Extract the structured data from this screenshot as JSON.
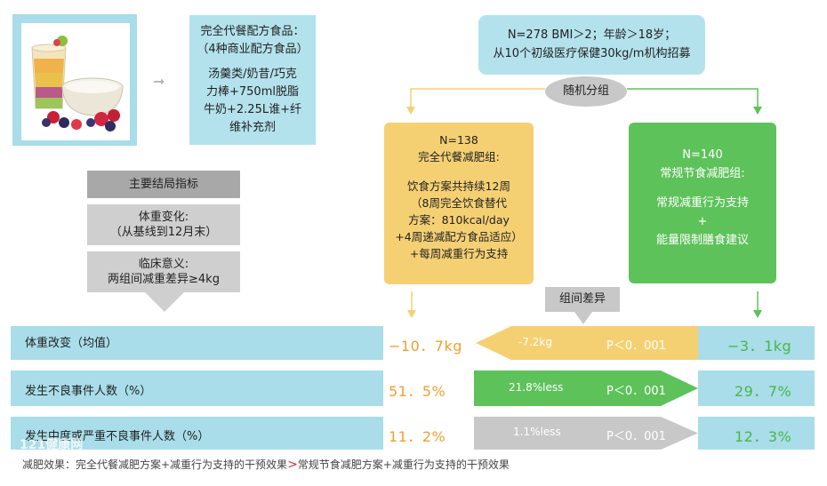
{
  "replacement": {
    "line1": "完全代餐配方食品：",
    "line2": "（4种商业配方食品）",
    "line3": "汤羹类/奶昔/巧克",
    "line4": "力棒+750ml脱脂",
    "line5": "牛奶+2.25L谁+纤",
    "line6": "维补充剂"
  },
  "outcomes": {
    "header": "主要结局指标",
    "weight_line1": "体重变化:",
    "weight_line2": "（从基线到12月末）",
    "clinical_line1": "临床意义:",
    "clinical_line2": "两组间减重差异≥4kg"
  },
  "recruit": {
    "line1": "N=278 BMI＞2；年龄＞18岁；",
    "line2": "从10个初级医疗保健30kg/m机构招募"
  },
  "randomize": "随机分组",
  "group_meal": {
    "n": "N=138",
    "title": "完全代餐减肥组:",
    "line1": "饮食方案共持续12周",
    "line2": "（8周完全饮食替代",
    "line3": "方案：810kcal/day",
    "line4": "+4周递减配方食品适应）",
    "line5": "+每周减重行为支持"
  },
  "group_diet": {
    "n": "N=140",
    "title": "常规节食减肥组:",
    "line1": "常规减重行为支持",
    "plus": "+",
    "line2": "能量限制膳食建议"
  },
  "between_label": "组间差异",
  "rows": [
    {
      "label": "体重改变（均值）",
      "meal": "−10．7kg",
      "diff": "-7.2kg",
      "p": "P＜0．001",
      "diet": "−3．1kg"
    },
    {
      "label": "发生不良事件人数（%）",
      "meal": "51．5%",
      "diff": "21.8%less",
      "p": "P＜0．001",
      "diet": "29．7%"
    },
    {
      "label": "发生中度或严重不良事件人数（%）",
      "meal": "11．2%",
      "diff": "1.1%less",
      "p": "P＜0．001",
      "diet": "12．3%"
    }
  ],
  "watermark": "121健康网",
  "footer": {
    "left": "减肥效果：完全代餐减肥方案+减重行为支持的干预效果",
    "gt": ">",
    "right": "常规节食减肥方案+减重行为支持的干预效果"
  },
  "colors": {
    "light_blue": "#a8dde9",
    "yellow": "#f5d073",
    "green": "#5ec25a",
    "grey": "#c8c8c8",
    "orange_text": "#f0a030",
    "green_text": "#4bb548"
  }
}
